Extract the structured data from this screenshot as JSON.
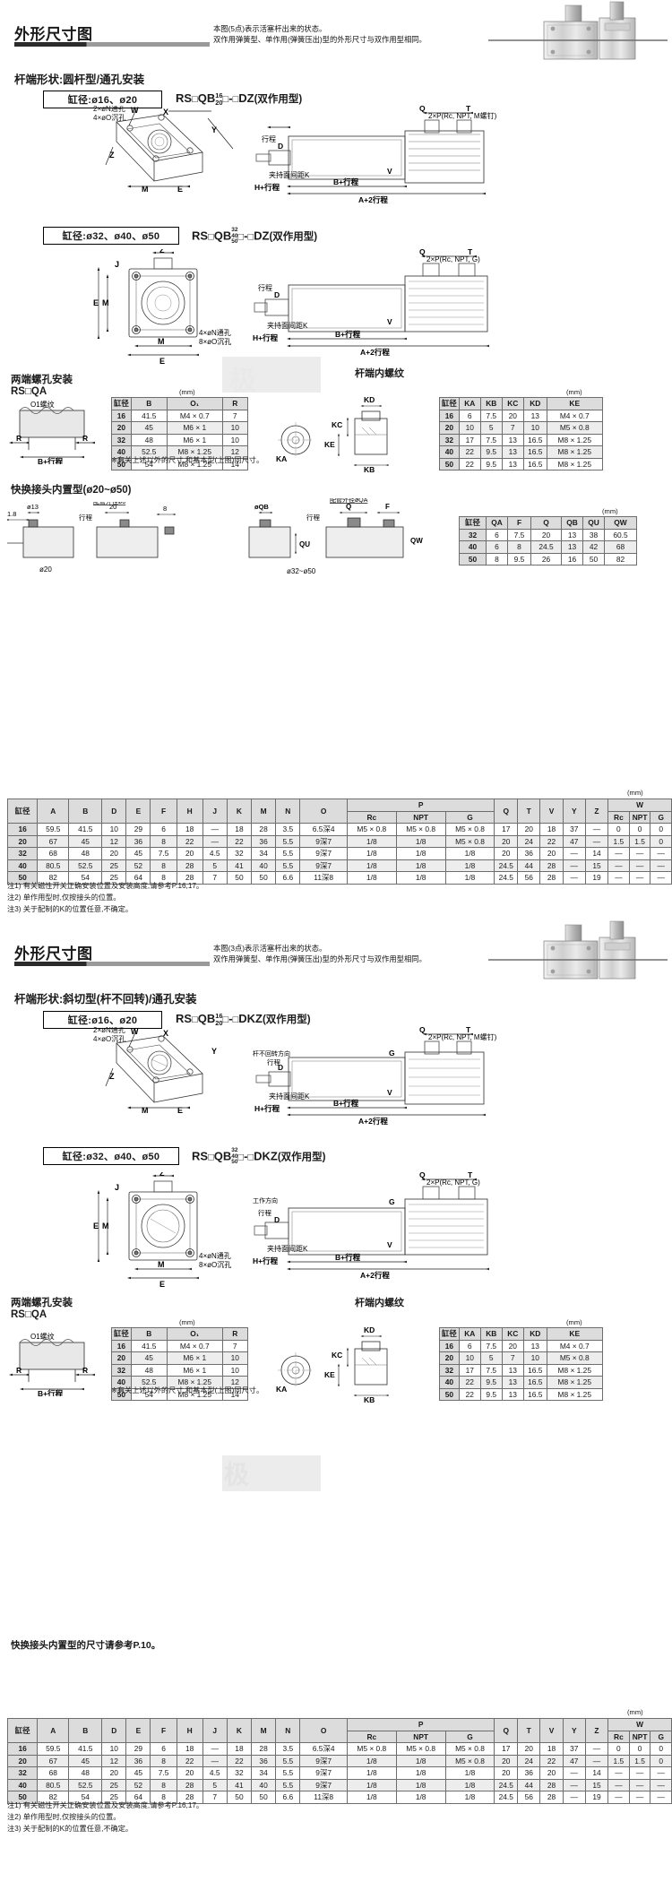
{
  "sections": [
    {
      "title": "外形尺寸图",
      "note": "本图(5点)表示活塞杆出来的状态。\n双作用弹簧型、单作用(弹簧压出)型的外形尺寸与双作用型相同。",
      "subtitle": "杆端形状:圆杆型/通孔安装",
      "blocks": [
        {
          "bore": "缸径:ø16、ø20",
          "code_prefix": "RS",
          "code_mid": "QB",
          "frac_top": "16",
          "frac_bot": "20",
          "code_suffix": "-",
          "code_tail": "DZ",
          "code_note": "(双作用型)"
        },
        {
          "bore": "缸径:ø32、ø40、ø50",
          "code_prefix": "RS",
          "code_mid": "QB",
          "frac_top": "32",
          "frac_mid": "40",
          "frac_bot": "50",
          "code_suffix": "-",
          "code_tail": "DZ",
          "code_note": "(双作用型)"
        }
      ]
    },
    {
      "title": "外形尺寸图",
      "note": "本图(3点)表示活塞杆出来的状态。\n双作用弹簧型、单作用(弹簧压出)型的外形尺寸与双作用型相同。",
      "subtitle": "杆端形状:斜切型(杆不回转)/通孔安装",
      "blocks": [
        {
          "bore": "缸径:ø16、ø20",
          "code_tail": "DKZ",
          "code_note": "(双作用型)"
        },
        {
          "bore": "缸径:ø32、ø40、ø50",
          "code_tail": "DKZ",
          "code_note": "(双作用型)"
        }
      ]
    }
  ],
  "labels": {
    "mm": "(mm)",
    "bore_col": "缸径",
    "stroke": "行程",
    "stroke_plus_b": "B+行程",
    "stroke_plus_h": "H+行程",
    "stroke_plus_a2": "A+2行程",
    "clamp_face": "夹持面间距K",
    "through_hole_16": "4×øN通孔",
    "counterbore_16": "4×øO沉孔",
    "through_hole_32": "4×øN通孔",
    "counterbore_32": "8×øO沉孔",
    "port_16": "2×P(Rc, NPT, M螺钉)",
    "port_32": "2×P(Rc, NPT, G)",
    "thread_depth_o1": "O1螺纹",
    "pipe_od_6": "配管外径ø6",
    "pipe_od_qa": "配管外径øQA",
    "dia13": "ø13",
    "dia20": "ø20",
    "dia32_50": "ø32~ø50",
    "num_1_8": "1.8",
    "num_20": "20",
    "num_8": "8",
    "qb_label": "øQB",
    "q_label": "Q",
    "f_label": "F",
    "work_dir": "工作方向",
    "rod_nonrot": "杆不回转方向"
  },
  "two_end_mount": {
    "title": "两端螺孔安装",
    "model": "RS□QA",
    "rod_thread_title": "杆端内螺纹",
    "note": "※有关上述以外的尺寸,和基本型(上图)同尺寸。",
    "table": {
      "headers": [
        "缸径",
        "B",
        "O₁",
        "R"
      ],
      "rows": [
        [
          "16",
          "41.5",
          "M4 × 0.7",
          "7"
        ],
        [
          "20",
          "45",
          "M6 × 1",
          "10"
        ],
        [
          "32",
          "48",
          "M6 × 1",
          "10"
        ],
        [
          "40",
          "52.5",
          "M8 × 1.25",
          "12"
        ],
        [
          "50",
          "54",
          "M8 × 1.25",
          "14"
        ]
      ]
    },
    "ke_table": {
      "headers": [
        "缸径",
        "KA",
        "KB",
        "KC",
        "KD",
        "KE"
      ],
      "rows": [
        [
          "16",
          "6",
          "7.5",
          "20",
          "13",
          "M4 × 0.7"
        ],
        [
          "20",
          "10",
          "5",
          "7",
          "10",
          "M5 × 0.8"
        ],
        [
          "32",
          "17",
          "7.5",
          "13",
          "16.5",
          "M8 × 1.25"
        ],
        [
          "40",
          "22",
          "9.5",
          "13",
          "16.5",
          "M8 × 1.25"
        ],
        [
          "50",
          "22",
          "9.5",
          "13",
          "16.5",
          "M8 × 1.25"
        ]
      ]
    }
  },
  "quick_fitting": {
    "title": "快换接头内置型(ø20~ø50)",
    "table": {
      "headers": [
        "缸径",
        "QA",
        "F",
        "Q",
        "QB",
        "QU",
        "QW"
      ],
      "rows": [
        [
          "32",
          "6",
          "7.5",
          "20",
          "13",
          "38",
          "60.5"
        ],
        [
          "40",
          "6",
          "8",
          "24.5",
          "13",
          "42",
          "68"
        ],
        [
          "50",
          "8",
          "9.5",
          "26",
          "16",
          "50",
          "82"
        ]
      ]
    },
    "ref_note": "快换接头内置型的尺寸请参考P.10。"
  },
  "main_table": {
    "mm": "(mm)",
    "group_p": "P",
    "group_w": "W",
    "headers_left": [
      "缸径",
      "A",
      "B",
      "D",
      "E",
      "F",
      "H",
      "J",
      "K",
      "M",
      "N",
      "O"
    ],
    "headers_p": [
      "Rc",
      "NPT",
      "G"
    ],
    "headers_mid": [
      "Q",
      "T",
      "V",
      "Y",
      "Z"
    ],
    "headers_w": [
      "Rc",
      "NPT",
      "G"
    ],
    "rows": [
      {
        "bore": "16",
        "left": [
          "59.5",
          "41.5",
          "10",
          "29",
          "6",
          "18",
          "—",
          "18",
          "28",
          "3.5",
          "6.5深4"
        ],
        "p": [
          "M5 × 0.8",
          "M5 × 0.8",
          "M5 × 0.8"
        ],
        "mid": [
          "17",
          "20",
          "18",
          "37",
          "—"
        ],
        "w": [
          "0",
          "0",
          "0"
        ]
      },
      {
        "bore": "20",
        "left": [
          "67",
          "45",
          "12",
          "36",
          "8",
          "22",
          "—",
          "22",
          "36",
          "5.5",
          "9深7"
        ],
        "p": [
          "1/8",
          "1/8",
          "M5 × 0.8"
        ],
        "mid": [
          "20",
          "24",
          "22",
          "47",
          "—"
        ],
        "w": [
          "1.5",
          "1.5",
          "0"
        ]
      },
      {
        "bore": "32",
        "left": [
          "68",
          "48",
          "20",
          "45",
          "7.5",
          "20",
          "4.5",
          "32",
          "34",
          "5.5",
          "9深7"
        ],
        "p": [
          "1/8",
          "1/8",
          "1/8"
        ],
        "mid": [
          "20",
          "36",
          "20",
          "—",
          "14"
        ],
        "w": [
          "—",
          "—",
          "—"
        ]
      },
      {
        "bore": "40",
        "left": [
          "80.5",
          "52.5",
          "25",
          "52",
          "8",
          "28",
          "5",
          "41",
          "40",
          "5.5",
          "9深7"
        ],
        "p": [
          "1/8",
          "1/8",
          "1/8"
        ],
        "mid": [
          "24.5",
          "44",
          "28",
          "—",
          "15"
        ],
        "w": [
          "—",
          "—",
          "—"
        ]
      },
      {
        "bore": "50",
        "left": [
          "82",
          "54",
          "25",
          "64",
          "8",
          "28",
          "7",
          "50",
          "50",
          "6.6",
          "11深8"
        ],
        "p": [
          "1/8",
          "1/8",
          "1/8"
        ],
        "mid": [
          "24.5",
          "56",
          "28",
          "—",
          "19"
        ],
        "w": [
          "—",
          "—",
          "—"
        ]
      }
    ],
    "notes": [
      "注1) 有关磁性开关正确安装位置及安装高度,请参考P.16,17。",
      "注2) 单作用型时,仅按接头的位置。",
      "注3) 关于配制的K的位置任意,不确定。"
    ]
  },
  "colors": {
    "rule_dark": "#2b2b2b",
    "rule_light": "#9a9a9a",
    "header_bg": "#dcdcdc",
    "row_alt": "#ededed",
    "line": "#6d6d6d"
  },
  "dim_letters": {
    "w": "W",
    "x": "X",
    "y": "Y",
    "z": "Z",
    "e": "E",
    "m": "M",
    "j": "J",
    "a": "A",
    "b": "B",
    "d": "D",
    "f": "F",
    "h": "H",
    "k": "K",
    "n": "N",
    "o": "O",
    "p": "P",
    "q": "Q",
    "t": "T",
    "v": "V",
    "r": "R",
    "g": "G",
    "kd": "KD",
    "kc": "KC",
    "ke": "KE",
    "ka": "KA",
    "kb": "KB",
    "qu": "QU",
    "qw": "QW",
    "o1": "O1"
  }
}
